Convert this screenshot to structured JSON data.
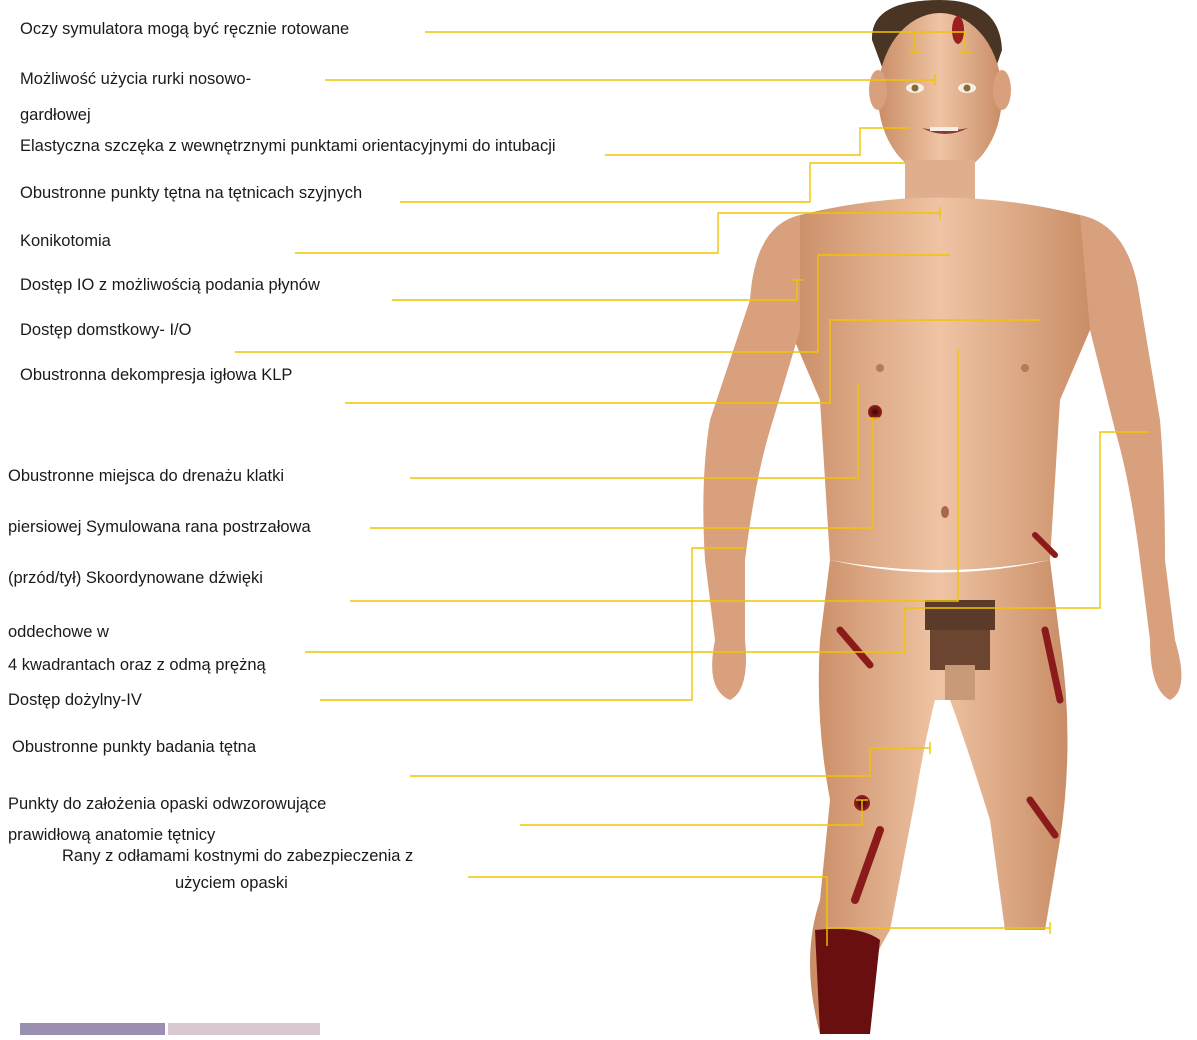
{
  "callouts": [
    "Oczy symulatora mogą być ręcznie rotowane",
    "Możliwość użycia rurki nosowo-",
    "gardłowej",
    "Elastyczna szczęka z wewnętrznymi punktami orientacyjnymi do intubacji",
    "Obustronne punkty tętna na tętnicach szyjnych",
    "Konikotomia",
    "Dostęp IO z możliwością podania płynów",
    "Dostęp domstkowy- I/O",
    "Obustronna dekompresja igłowa KLP",
    "Obustronne miejsca do drenażu klatki",
    "piersiowej Symulowana rana postrzałowa",
    "(przód/tył) Skoordynowane dźwięki",
    "oddechowe w",
    "4 kwadrantach oraz z odmą prężną",
    "Dostęp dożylny-IV",
    "Obustronne punkty badania tętna",
    "Punkty do założenia opaski odwzorowujące",
    "prawidłową anatomie tętnicy",
    "Rany z odłamami kostnymi do zabezpieczenia z",
    "użyciem opaski"
  ],
  "colors": {
    "leader_line": "#f2c400",
    "skin": "#e8b896",
    "skin_shadow": "#c98d66",
    "hair": "#4a3424",
    "wound": "#8b1a1a",
    "text": "#1a1a1a"
  }
}
